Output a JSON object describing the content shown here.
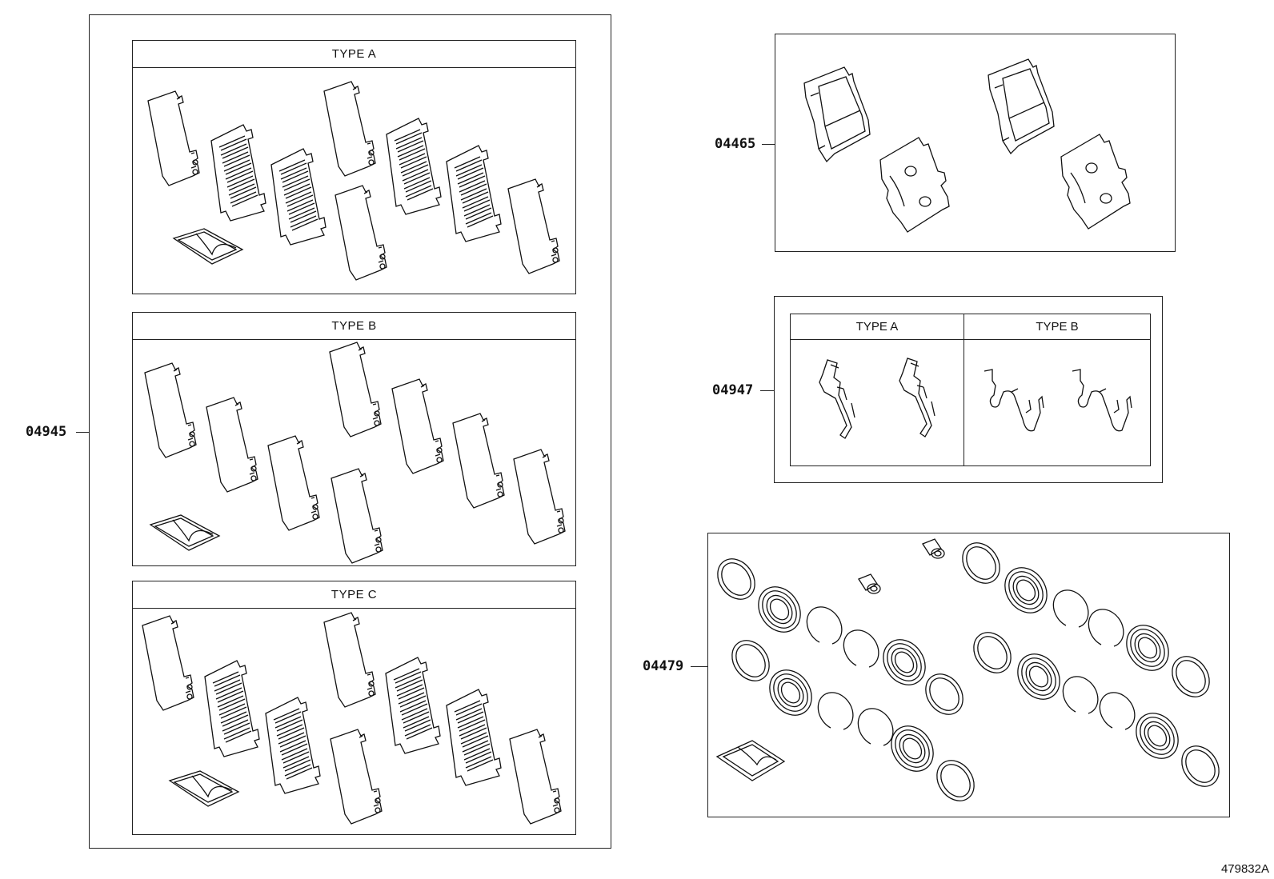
{
  "callouts": {
    "shim_kit": "04945",
    "pad_set": "04465",
    "spring_kit": "04947",
    "cylinder_kit": "04479"
  },
  "shim_kit_panels": [
    {
      "type_label": "TYPE A"
    },
    {
      "type_label": "TYPE B"
    },
    {
      "type_label": "TYPE C"
    }
  ],
  "spring_kit_panels": [
    {
      "type_label": "TYPE A"
    },
    {
      "type_label": "TYPE B"
    }
  ],
  "illustration_id": "479832A"
}
